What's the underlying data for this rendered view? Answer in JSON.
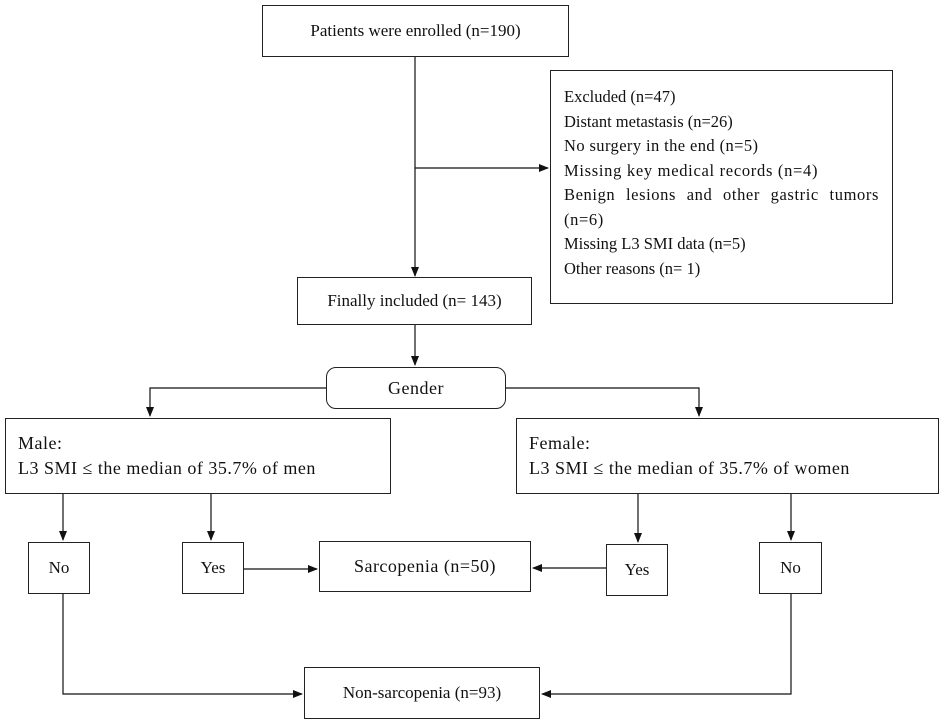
{
  "flowchart": {
    "enrolled": "Patients were enrolled (n=190)",
    "excluded": {
      "title": "Excluded (n=47)",
      "reasons": [
        "Distant metastasis (n=26)",
        "No surgery in the end (n=5)",
        "Missing key medical records (n=4)",
        "Benign lesions and other gastric tumors (n=6)",
        "Missing L3 SMI data (n=5)",
        "Other reasons (n= 1)"
      ]
    },
    "included": "Finally included (n= 143)",
    "gender": "Gender",
    "male": {
      "title": "Male:",
      "criterion": "L3 SMI ≤ the median of 35.7% of men"
    },
    "female": {
      "title": "Female:",
      "criterion": "L3 SMI ≤ the median of 35.7% of women"
    },
    "male_no": "No",
    "male_yes": "Yes",
    "female_yes": "Yes",
    "female_no": "No",
    "sarcopenia": "Sarcopenia (n=50)",
    "non_sarcopenia": "Non-sarcopenia (n=93)"
  }
}
